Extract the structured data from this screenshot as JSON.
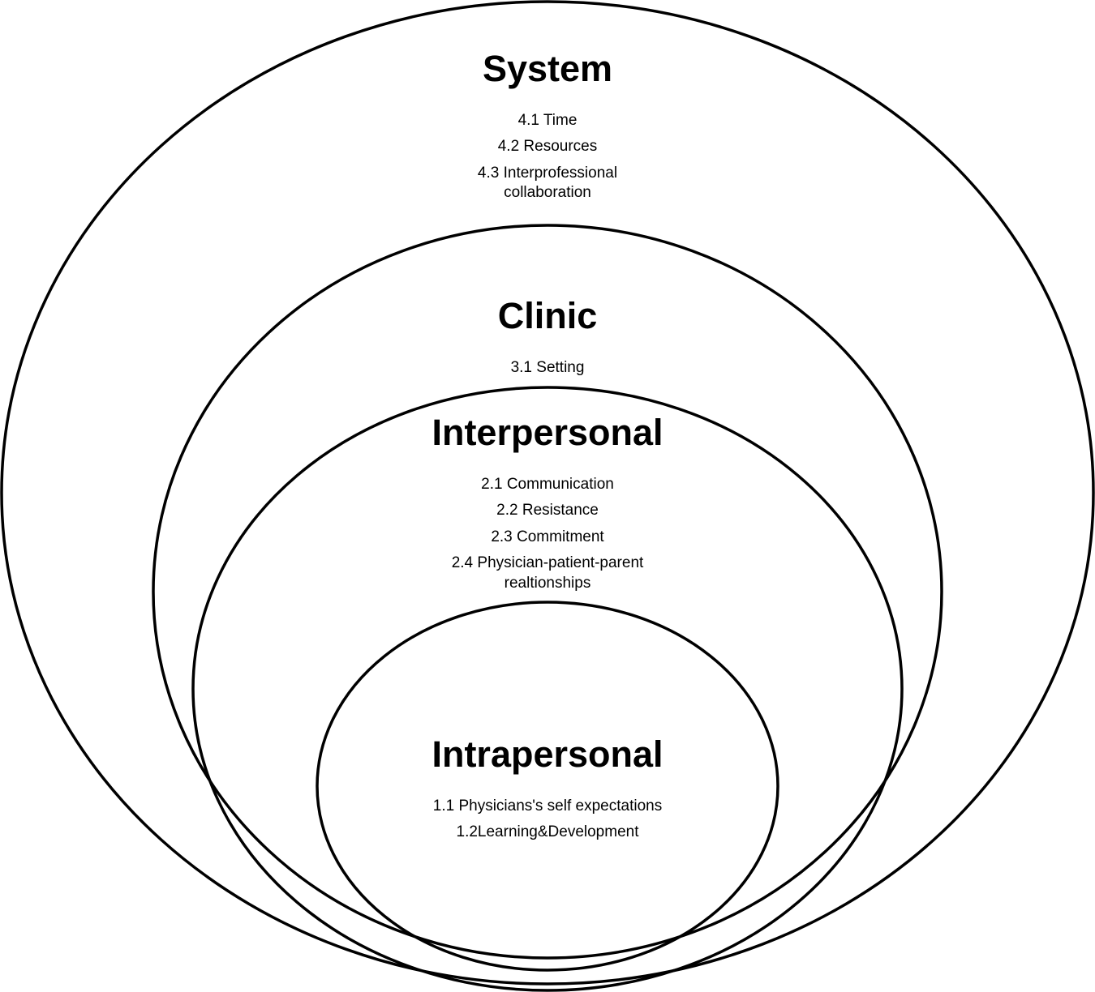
{
  "levels": {
    "system": {
      "title": "System",
      "items": {
        "time": "4.1 Time",
        "resources": "4.2 Resources",
        "collab_line1": "4.3 Interprofessional",
        "collab_line2": "collaboration"
      }
    },
    "clinic": {
      "title": "Clinic",
      "items": {
        "setting": "3.1 Setting"
      }
    },
    "interpersonal": {
      "title": "Interpersonal",
      "items": {
        "communication": "2.1 Communication",
        "resistance": "2.2 Resistance",
        "commitment": "2.3 Commitment",
        "relationships_line1": "2.4 Physician-patient-parent",
        "relationships_line2": "realtionships"
      }
    },
    "intrapersonal": {
      "title": "Intrapersonal",
      "items": {
        "self_expectations": "1.1 Physicians's self expectations",
        "learning": "1.2Learning&Development"
      }
    }
  }
}
